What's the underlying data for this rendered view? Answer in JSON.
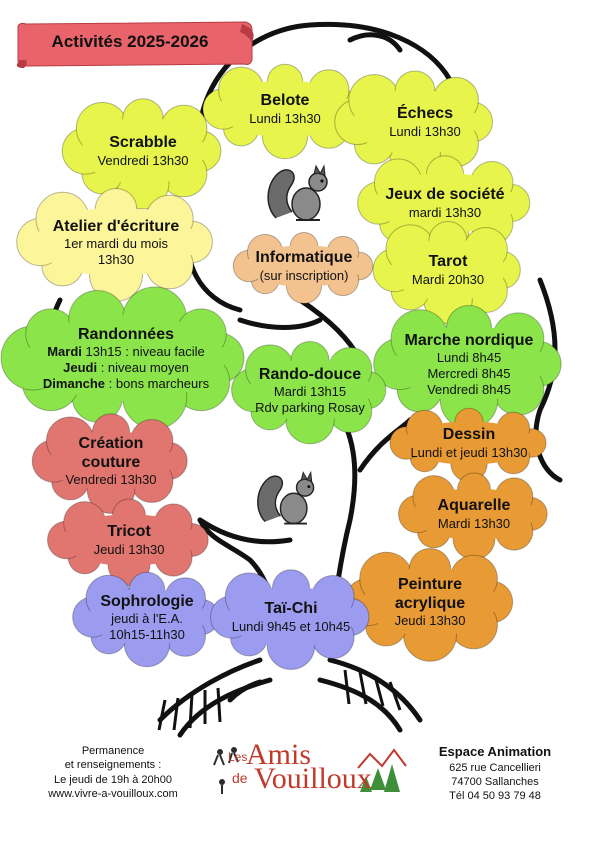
{
  "title": "Activités 2025-2026",
  "colors": {
    "yellow": "#e6f44b",
    "pale_yellow": "#fdf59a",
    "green": "#8be54a",
    "red": "#e0766f",
    "purple": "#9b9cf0",
    "orange": "#e89a35",
    "peach": "#f2c28f",
    "banner": "#e8636a"
  },
  "activities": {
    "belote": {
      "title": "Belote",
      "lines": [
        "Lundi 13h30"
      ]
    },
    "echecs": {
      "title": "Échecs",
      "lines": [
        "Lundi 13h30"
      ]
    },
    "scrabble": {
      "title": "Scrabble",
      "lines": [
        "Vendredi 13h30"
      ]
    },
    "jeux": {
      "title": "Jeux de société",
      "lines": [
        "mardi 13h30"
      ]
    },
    "ecriture": {
      "title": "Atelier d'écriture",
      "lines": [
        "1er mardi du mois",
        "13h30"
      ]
    },
    "informatique": {
      "title": "Informatique",
      "lines": [
        "(sur inscription)"
      ]
    },
    "tarot": {
      "title": "Tarot",
      "lines": [
        "Mardi 20h30"
      ]
    },
    "randonnees": {
      "title": "Randonnées",
      "rows": [
        {
          "day": "Mardi",
          "rest": " 13h15 : niveau facile"
        },
        {
          "day": "Jeudi",
          "rest": " : niveau moyen"
        },
        {
          "day": "Dimanche",
          "rest": " : bons marcheurs"
        }
      ]
    },
    "marche": {
      "title": "Marche nordique",
      "lines": [
        "Lundi  8h45",
        "Mercredi 8h45",
        "Vendredi 8h45"
      ]
    },
    "rando_douce": {
      "title": "Rando-douce",
      "lines": [
        "Mardi 13h15",
        "Rdv parking Rosay"
      ]
    },
    "couture": {
      "title": "Création couture",
      "title2": "couture",
      "title1": "Création",
      "lines": [
        "Vendredi 13h30"
      ]
    },
    "dessin": {
      "title": "Dessin",
      "lines": [
        "Lundi et jeudi 13h30"
      ]
    },
    "aquarelle": {
      "title": "Aquarelle",
      "lines": [
        "Mardi 13h30"
      ]
    },
    "tricot": {
      "title": "Tricot",
      "lines": [
        "Jeudi 13h30"
      ]
    },
    "peinture": {
      "title1": "Peinture",
      "title2": "acrylique",
      "lines": [
        "Jeudi 13h30"
      ]
    },
    "sophrologie": {
      "title": "Sophrologie",
      "lines": [
        "jeudi à l'E.A.",
        "10h15-11h30"
      ]
    },
    "taichi": {
      "title": "Taï-Chi",
      "lines": [
        "Lundi 9h45 et 10h45"
      ]
    }
  },
  "footer": {
    "left": [
      "Permanence",
      "et renseignements :",
      "Le jeudi de 19h à 20h00",
      "www.vivre-a-vouilloux.com"
    ],
    "logo": {
      "les": "Les",
      "amis": "Amis",
      "de": "de",
      "vouilloux": "Vouilloux"
    },
    "right": {
      "heading": "Espace Animation",
      "lines": [
        "625 rue Cancellieri",
        "74700 Sallanches",
        "Tél 04 50 93 79 48"
      ]
    }
  }
}
